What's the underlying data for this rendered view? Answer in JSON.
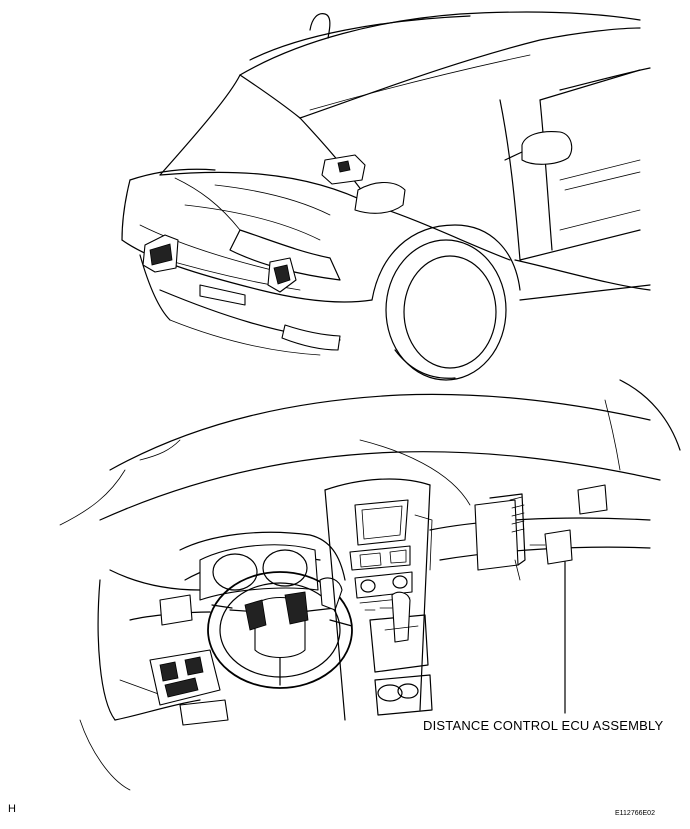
{
  "diagram": {
    "callout_label": "DISTANCE CONTROL ECU ASSEMBLY",
    "corner_mark": "H",
    "figure_id": "E112766E02"
  },
  "icons": {
    "vehicle": "vehicle-exterior-illustration",
    "dashboard": "dashboard-interior-illustration"
  }
}
